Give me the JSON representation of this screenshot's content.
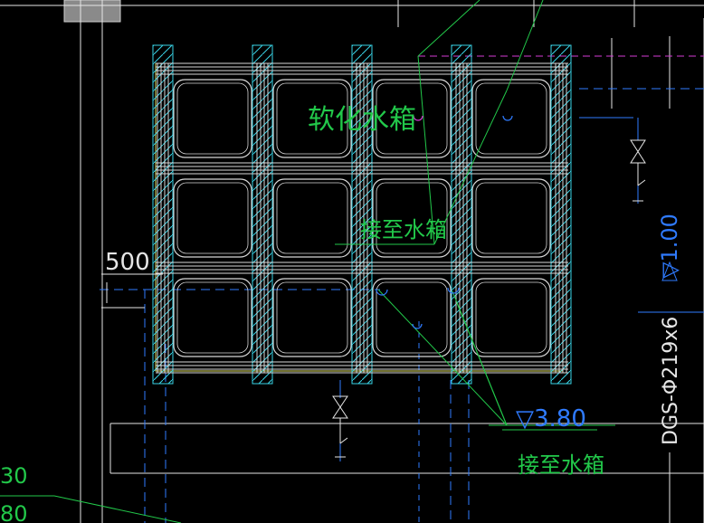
{
  "drawing": {
    "labels": {
      "tank_title": "软化水箱",
      "connect_upper": "接至水箱",
      "connect_lower": "接至水箱",
      "dimension_500": "500",
      "elevation_380": "▽3.80",
      "elevation_100": "▽1.00",
      "pipe_spec": "DGS-Φ219x6",
      "edge_30": "30",
      "edge_80": "80"
    },
    "grid": {
      "rows": 3,
      "cols": 4
    },
    "colors": {
      "background": "#000000",
      "cell_outline": "#d8d8d8",
      "column_hatch": "#39d3e6",
      "pipe_blue": "#2f7bff",
      "leader_green": "#22c84a",
      "text_green": "#22c84a",
      "text_white": "#e6e6e6",
      "magenta": "#d53cd5",
      "yellow": "#e0e060"
    },
    "symbols": [
      "valve-icon",
      "valve-icon"
    ]
  }
}
